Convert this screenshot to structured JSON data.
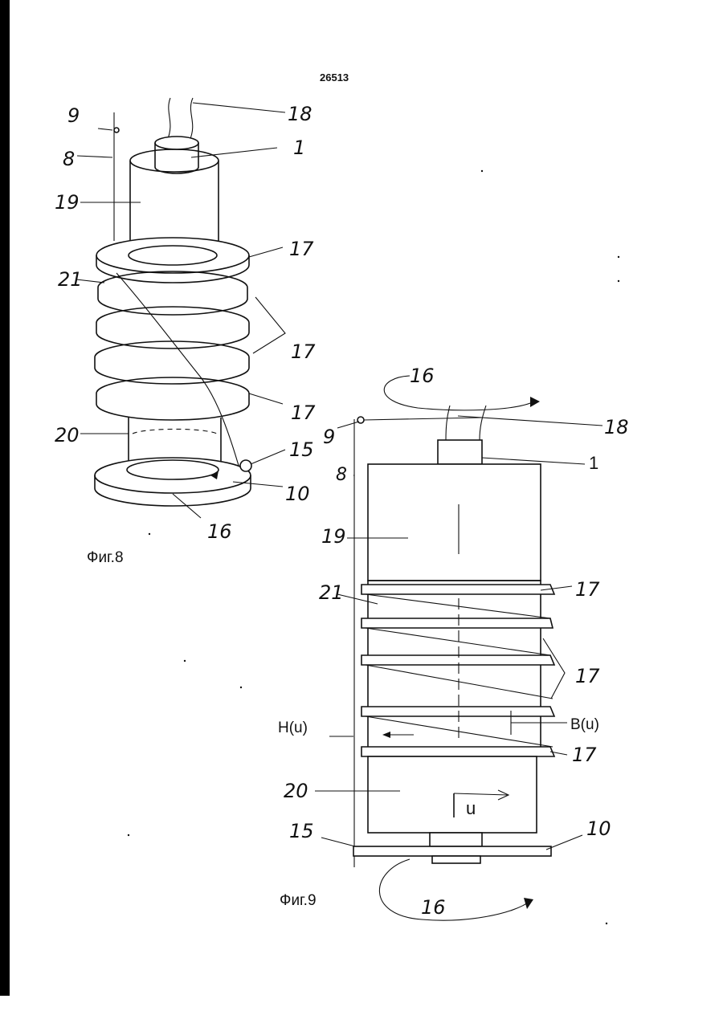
{
  "page_number": "26513",
  "figures": [
    {
      "caption": "Фиг.8",
      "labels": {
        "l9": "9",
        "l18": "18",
        "l8": "8",
        "l1": "1",
        "l19": "19",
        "l17a": "17",
        "l21": "21",
        "l17b": "17",
        "l17c": "17",
        "l20": "20",
        "l15": "15",
        "l10": "10",
        "l16": "16"
      }
    },
    {
      "caption": "Фиг.9",
      "labels": {
        "l16top": "16",
        "l18": "18",
        "l9": "9",
        "l1": "1",
        "l8": "8",
        "l19": "19",
        "l21": "21",
        "l17a": "17",
        "l17b": "17",
        "Hu": "H(u)",
        "Bu": "B(u)",
        "l17c": "17",
        "l20": "20",
        "u": "u",
        "l15": "15",
        "l10": "10",
        "l16bot": "16"
      }
    }
  ],
  "colors": {
    "ink": "#111111",
    "paper": "#ffffff",
    "border": "#000000"
  }
}
